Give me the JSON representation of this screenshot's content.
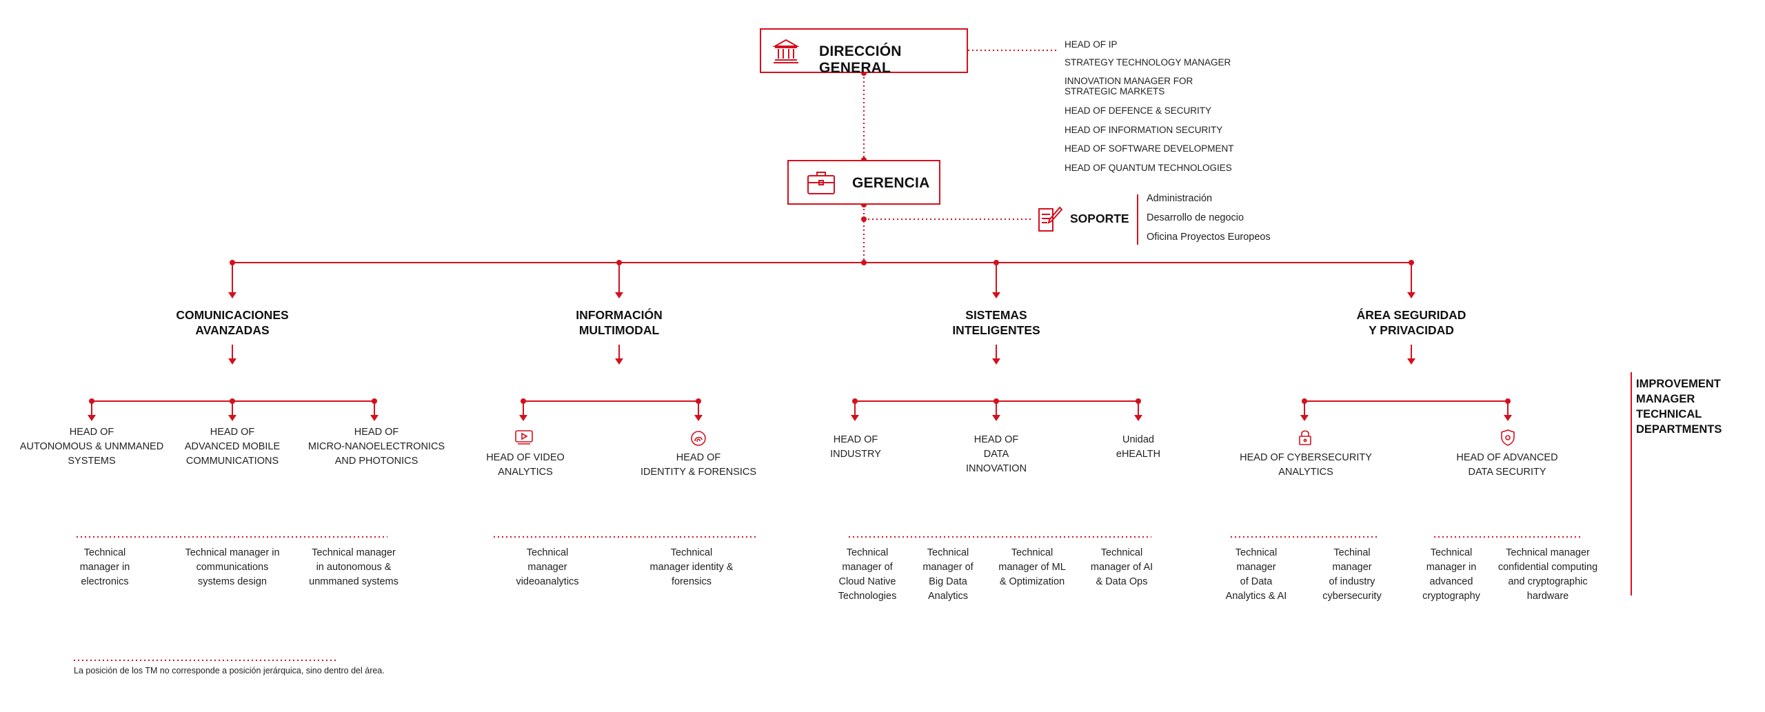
{
  "direccion": {
    "title": "DIRECCIÓN GENERAL",
    "icon": "bank-building-icon"
  },
  "gerencia": {
    "title": "GERENCIA",
    "icon": "briefcase-icon"
  },
  "direccion_reports": [
    "HEAD OF IP",
    "STRATEGY TECHNOLOGY MANAGER",
    "INNOVATION MANAGER FOR",
    "STRATEGIC MARKETS",
    "HEAD OF DEFENCE & SECURITY",
    "HEAD OF INFORMATION SECURITY",
    "HEAD OF SOFTWARE DEVELOPMENT",
    "HEAD OF QUANTUM TECHNOLOGIES"
  ],
  "soporte": {
    "title": "SOPORTE",
    "icon": "document-pen-icon",
    "items": [
      "Administración",
      "Desarrollo de negocio",
      "Oficina Proyectos Europeos"
    ]
  },
  "areas": [
    {
      "title": "COMUNICACIONES\nAVANZADAS",
      "heads": [
        "HEAD OF\nAUTONOMOUS & UNMMANED\nSYSTEMS",
        "HEAD OF\nADVANCED MOBILE\nCOMMUNICATIONS",
        "HEAD OF\nMICRO-NANOELECTRONICS\nAND PHOTONICS"
      ],
      "tms": [
        "Technical\nmanager in\nelectronics",
        "Technical manager in\ncommunications\nsystems design",
        "Technical manager\nin autonomous &\nunmmaned systems"
      ]
    },
    {
      "title": "INFORMACIÓN\nMULTIMODAL",
      "heads": [
        "HEAD OF VIDEO\nANALYTICS",
        "HEAD OF\nIDENTITY & FORENSICS"
      ],
      "tms": [
        "Technical\nmanager\nvideoanalytics",
        "Technical\nmanager identity &\nforensics"
      ]
    },
    {
      "title": "SISTEMAS\nINTELIGENTES",
      "heads": [
        "HEAD OF\nINDUSTRY",
        "HEAD OF\nDATA\nINNOVATION",
        "Unidad\neHEALTH"
      ],
      "tms": [
        "Technical\nmanager of\nCloud Native\nTechnologies",
        "Technical\nmanager of\nBig Data\nAnalytics",
        "Technical\nmanager of ML\n& Optimization",
        "Technical\nmanager of AI\n& Data Ops"
      ]
    },
    {
      "title": "ÁREA SEGURIDAD\nY PRIVACIDAD",
      "heads": [
        "HEAD OF CYBERSECURITY\nANALYTICS",
        "HEAD OF ADVANCED\nDATA SECURITY"
      ],
      "tms": [
        "Technical\nmanager\nof Data\nAnalytics & AI",
        "Techinal\nmanager\nof industry\ncybersecurity",
        "Technical\nmanager in\nadvanced\ncryptography",
        "Technical manager\nconfidential computing\nand cryptographic\nhardware"
      ]
    }
  ],
  "improvement": "IMPROVEMENT\nMANAGER\nTECHNICAL\nDEPARTMENTS",
  "note": "La posición de los TM no corresponde a posición jerárquica, sino dentro del área.",
  "colors": {
    "accent": "#d4101e",
    "text": "#111111"
  },
  "icons": {
    "video": "video-play-icon",
    "identity": "fingerprint-icon",
    "cyber": "lock-icon",
    "datasec": "shield-icon"
  }
}
